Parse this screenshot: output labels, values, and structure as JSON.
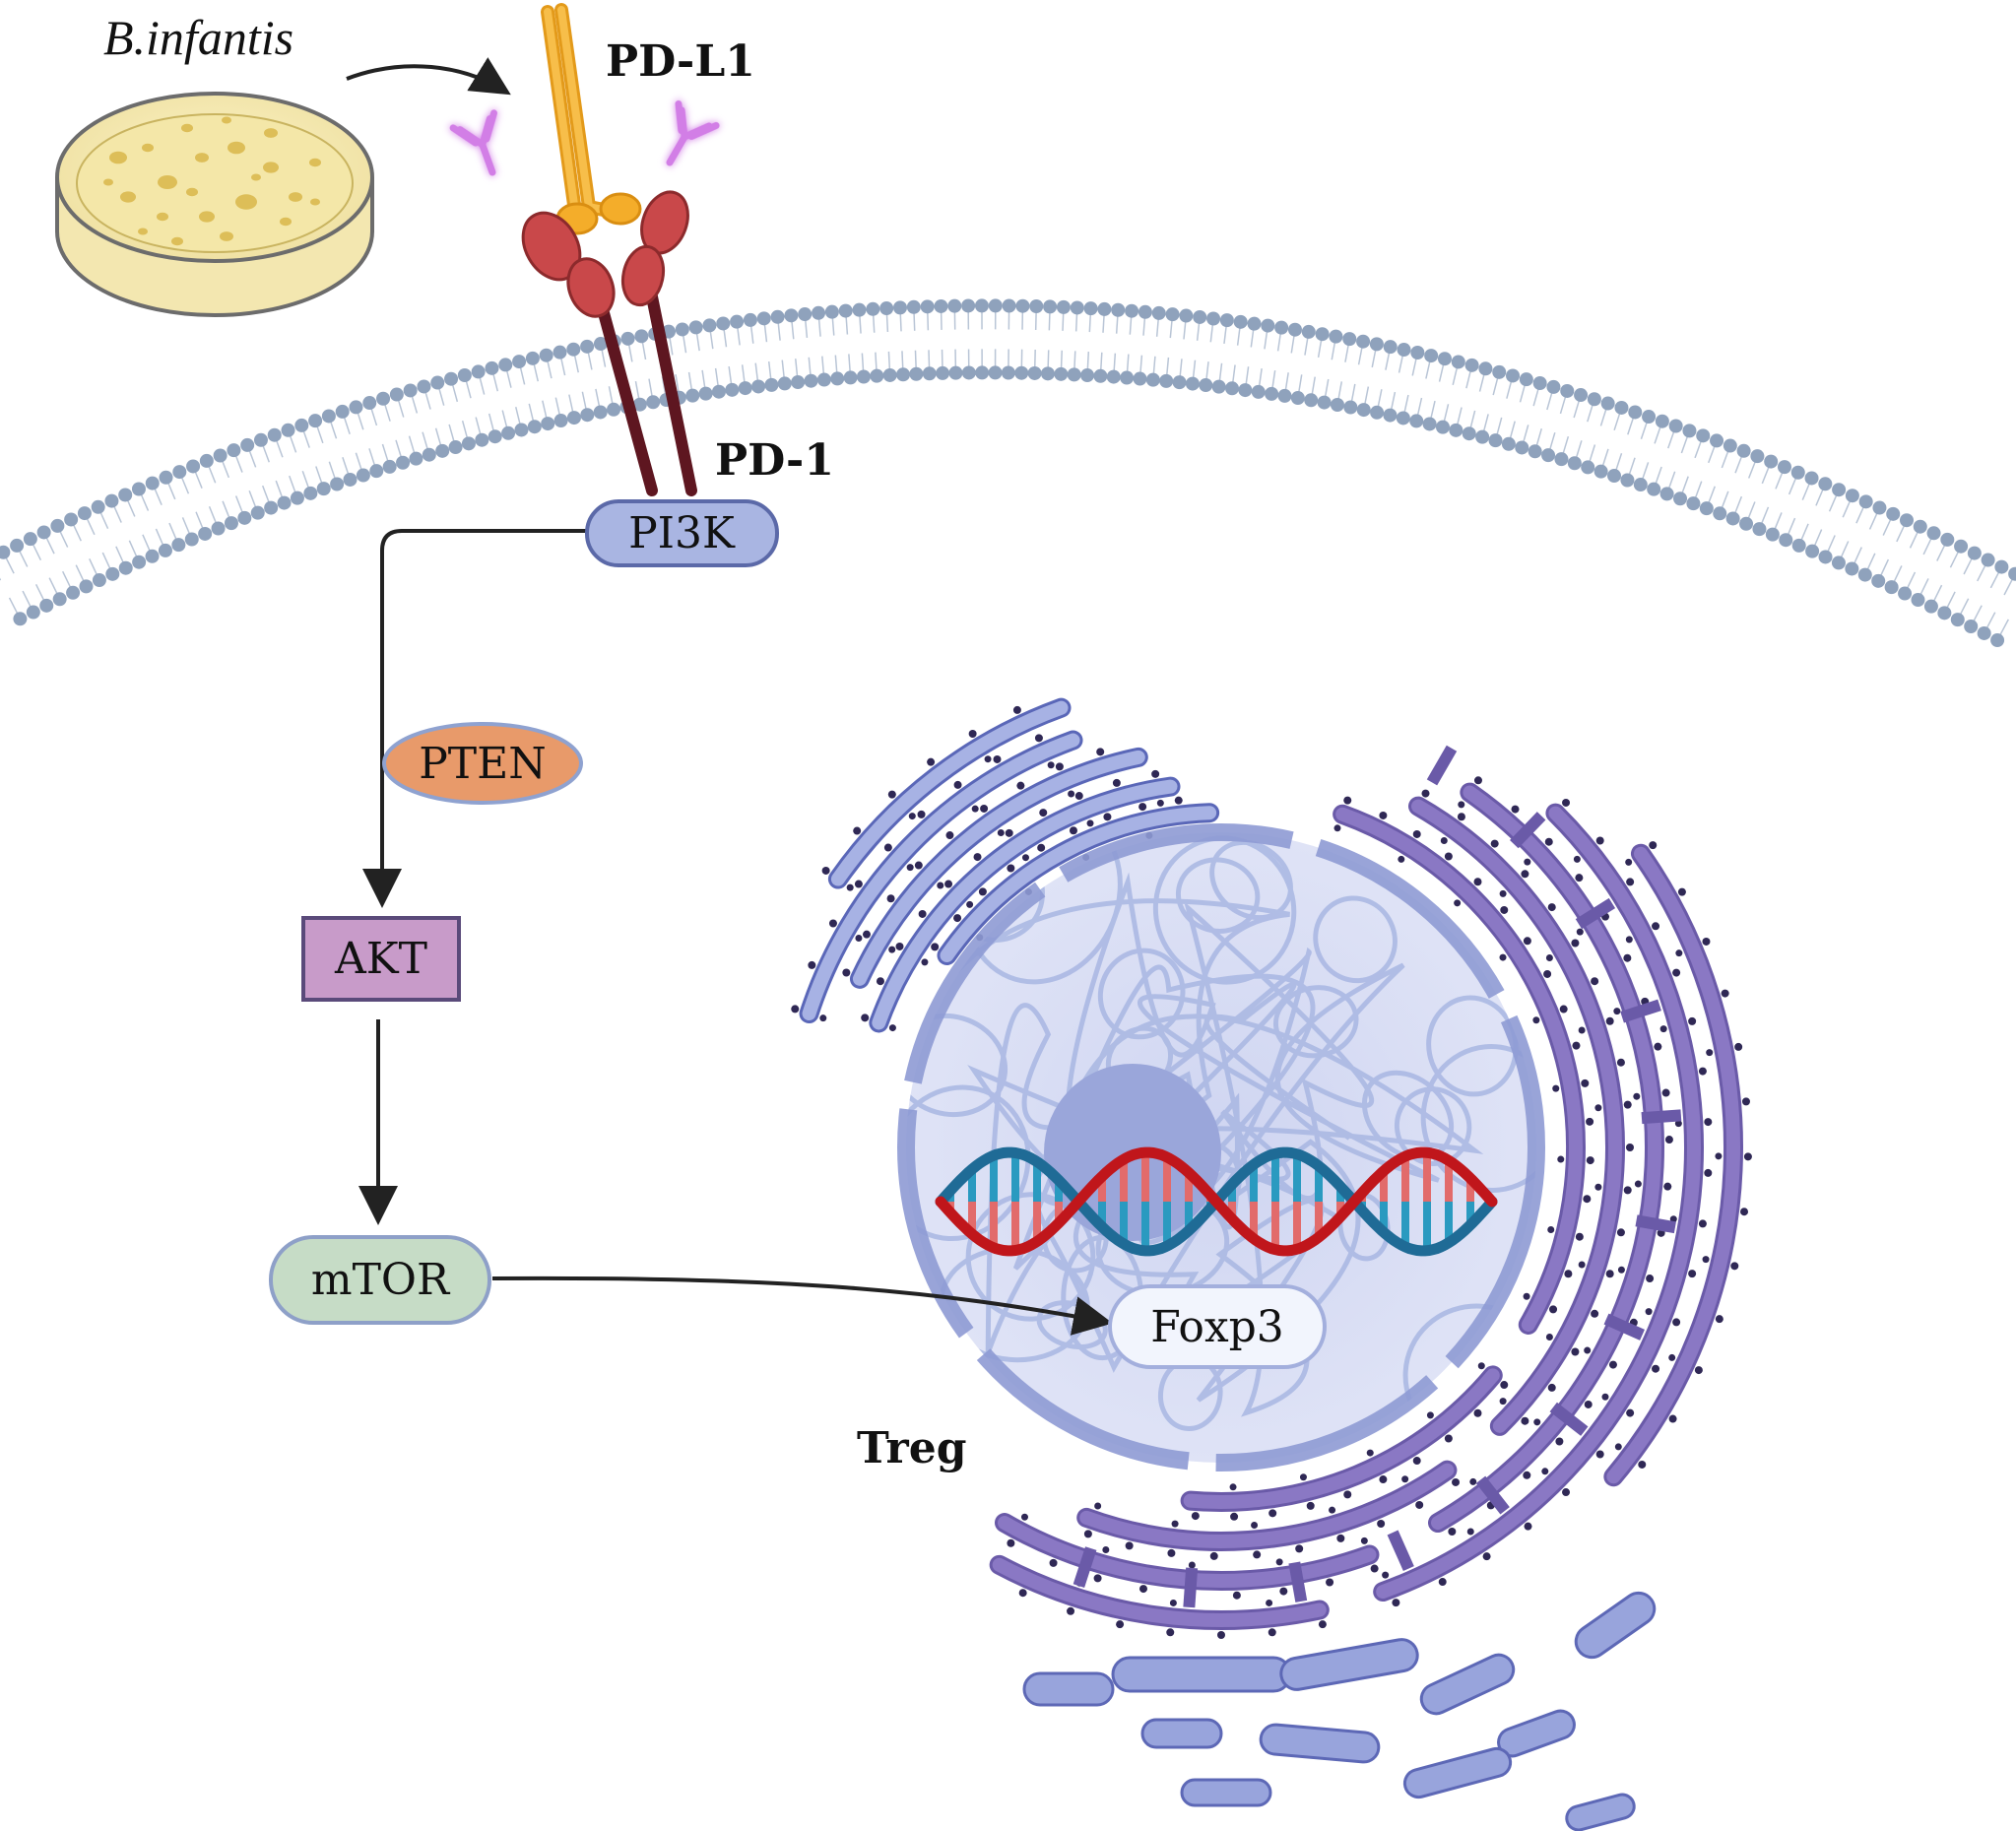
{
  "labels": {
    "bacterium": "B.infantis",
    "ligand": "PD-L1",
    "receptor": "PD-1",
    "pi3k": "PI3K",
    "pten": "PTEN",
    "akt": "AKT",
    "mtor": "mTOR",
    "foxp3": "Foxp3",
    "cell": "Treg"
  },
  "colors": {
    "membrane": "#8fa2bc",
    "pi3k": "#a9b5e2",
    "pten": "#e89a6a",
    "akt": "#c89bc9",
    "mtor": "#c6dcc6",
    "foxp3": "#f2f5fd",
    "nucleus": "#d7dcf4",
    "er_rough": "#6a5aa8",
    "er_light": "#8e9ad4",
    "dna_red": "#c0161b",
    "dna_blue": "#1f6b96",
    "ligand": "#f4ad2a",
    "receptor": "#c9484a",
    "antibody": "#d27ee6"
  }
}
